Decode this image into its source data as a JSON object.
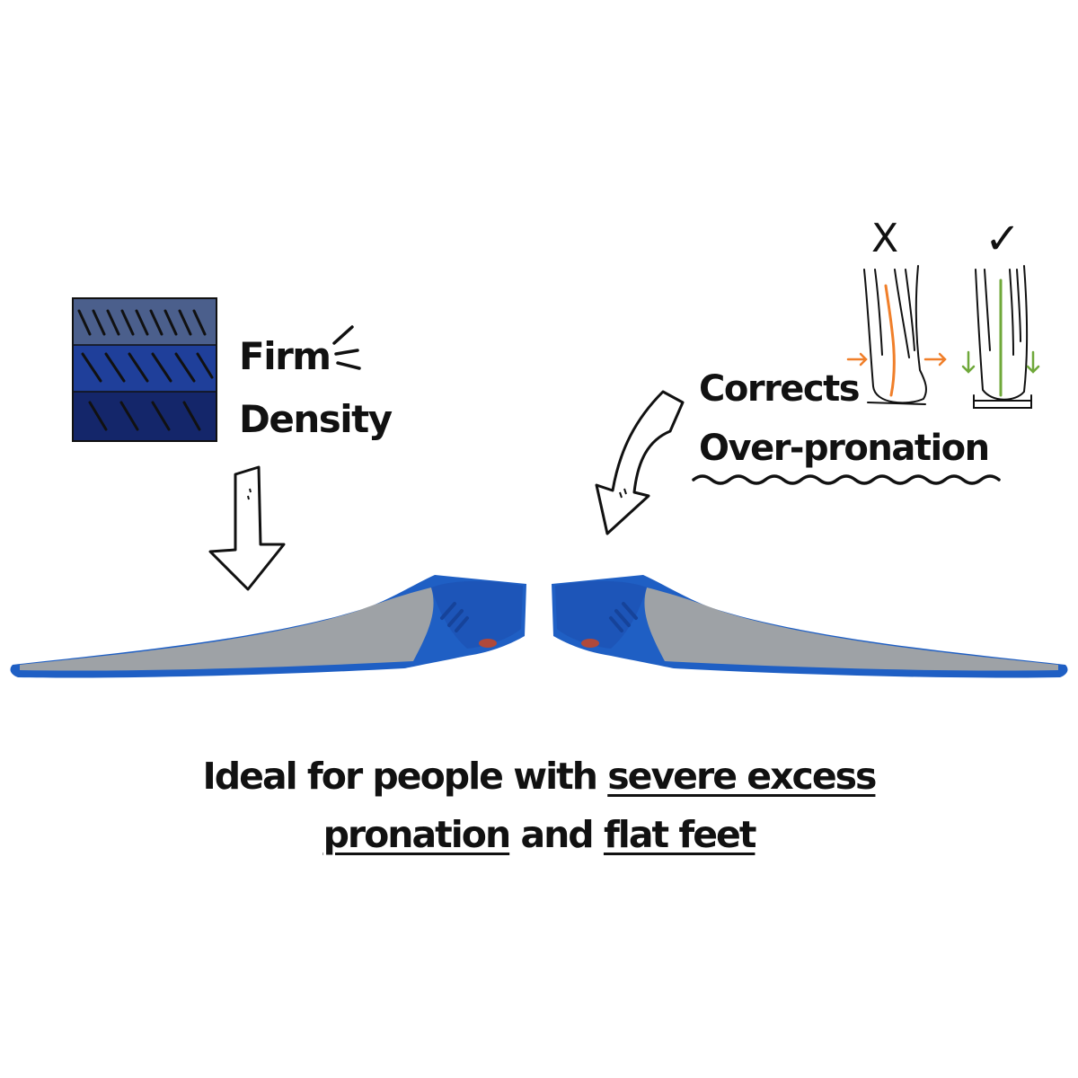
{
  "labels": {
    "firm": "Firm",
    "density": "Density",
    "corrects": "Corrects",
    "over_pronation": "Over-pronation"
  },
  "comparison_marks": {
    "wrong": "X",
    "right": "✓"
  },
  "headline": {
    "part1": "Ideal for people with ",
    "severe_excess": "severe excess",
    "pronation": "pronation",
    "and": " and ",
    "flat_feet": "flat feet"
  },
  "colors": {
    "insole_blue": "#1f5fc4",
    "insole_gray": "#9ea2a6",
    "density_top": "#4b5f8c",
    "density_mid": "#1f3f9a",
    "density_bottom": "#14266a",
    "bad_alignment": "#f07f2a",
    "good_alignment": "#6fa83a"
  },
  "icons": [
    "density-layers-icon",
    "down-arrow-icon",
    "curved-arrow-icon",
    "feet-alignment-icon",
    "insole-image"
  ]
}
